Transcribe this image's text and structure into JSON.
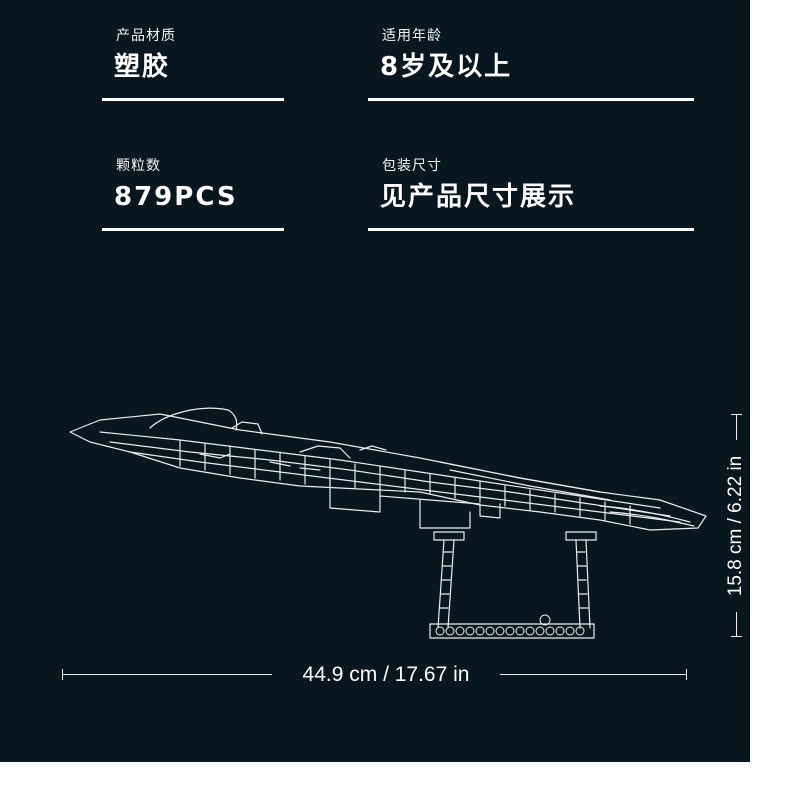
{
  "specs": {
    "material": {
      "label": "产品材质",
      "value": "塑胶"
    },
    "age": {
      "label": "适用年龄",
      "value": "8岁及以上"
    },
    "pieces": {
      "label": "颗粒数",
      "value": "879PCS"
    },
    "package": {
      "label": "包装尺寸",
      "value": "见产品尺寸展示"
    }
  },
  "dimensions": {
    "width": "44.9 cm / 17.67 in",
    "height": "15.8 cm / 6.22 in"
  },
  "colors": {
    "background": "#081620",
    "line": "#e8eef2",
    "text": "#ffffff"
  },
  "icons": {
    "model": "spaceship-model-line-drawing-icon"
  }
}
